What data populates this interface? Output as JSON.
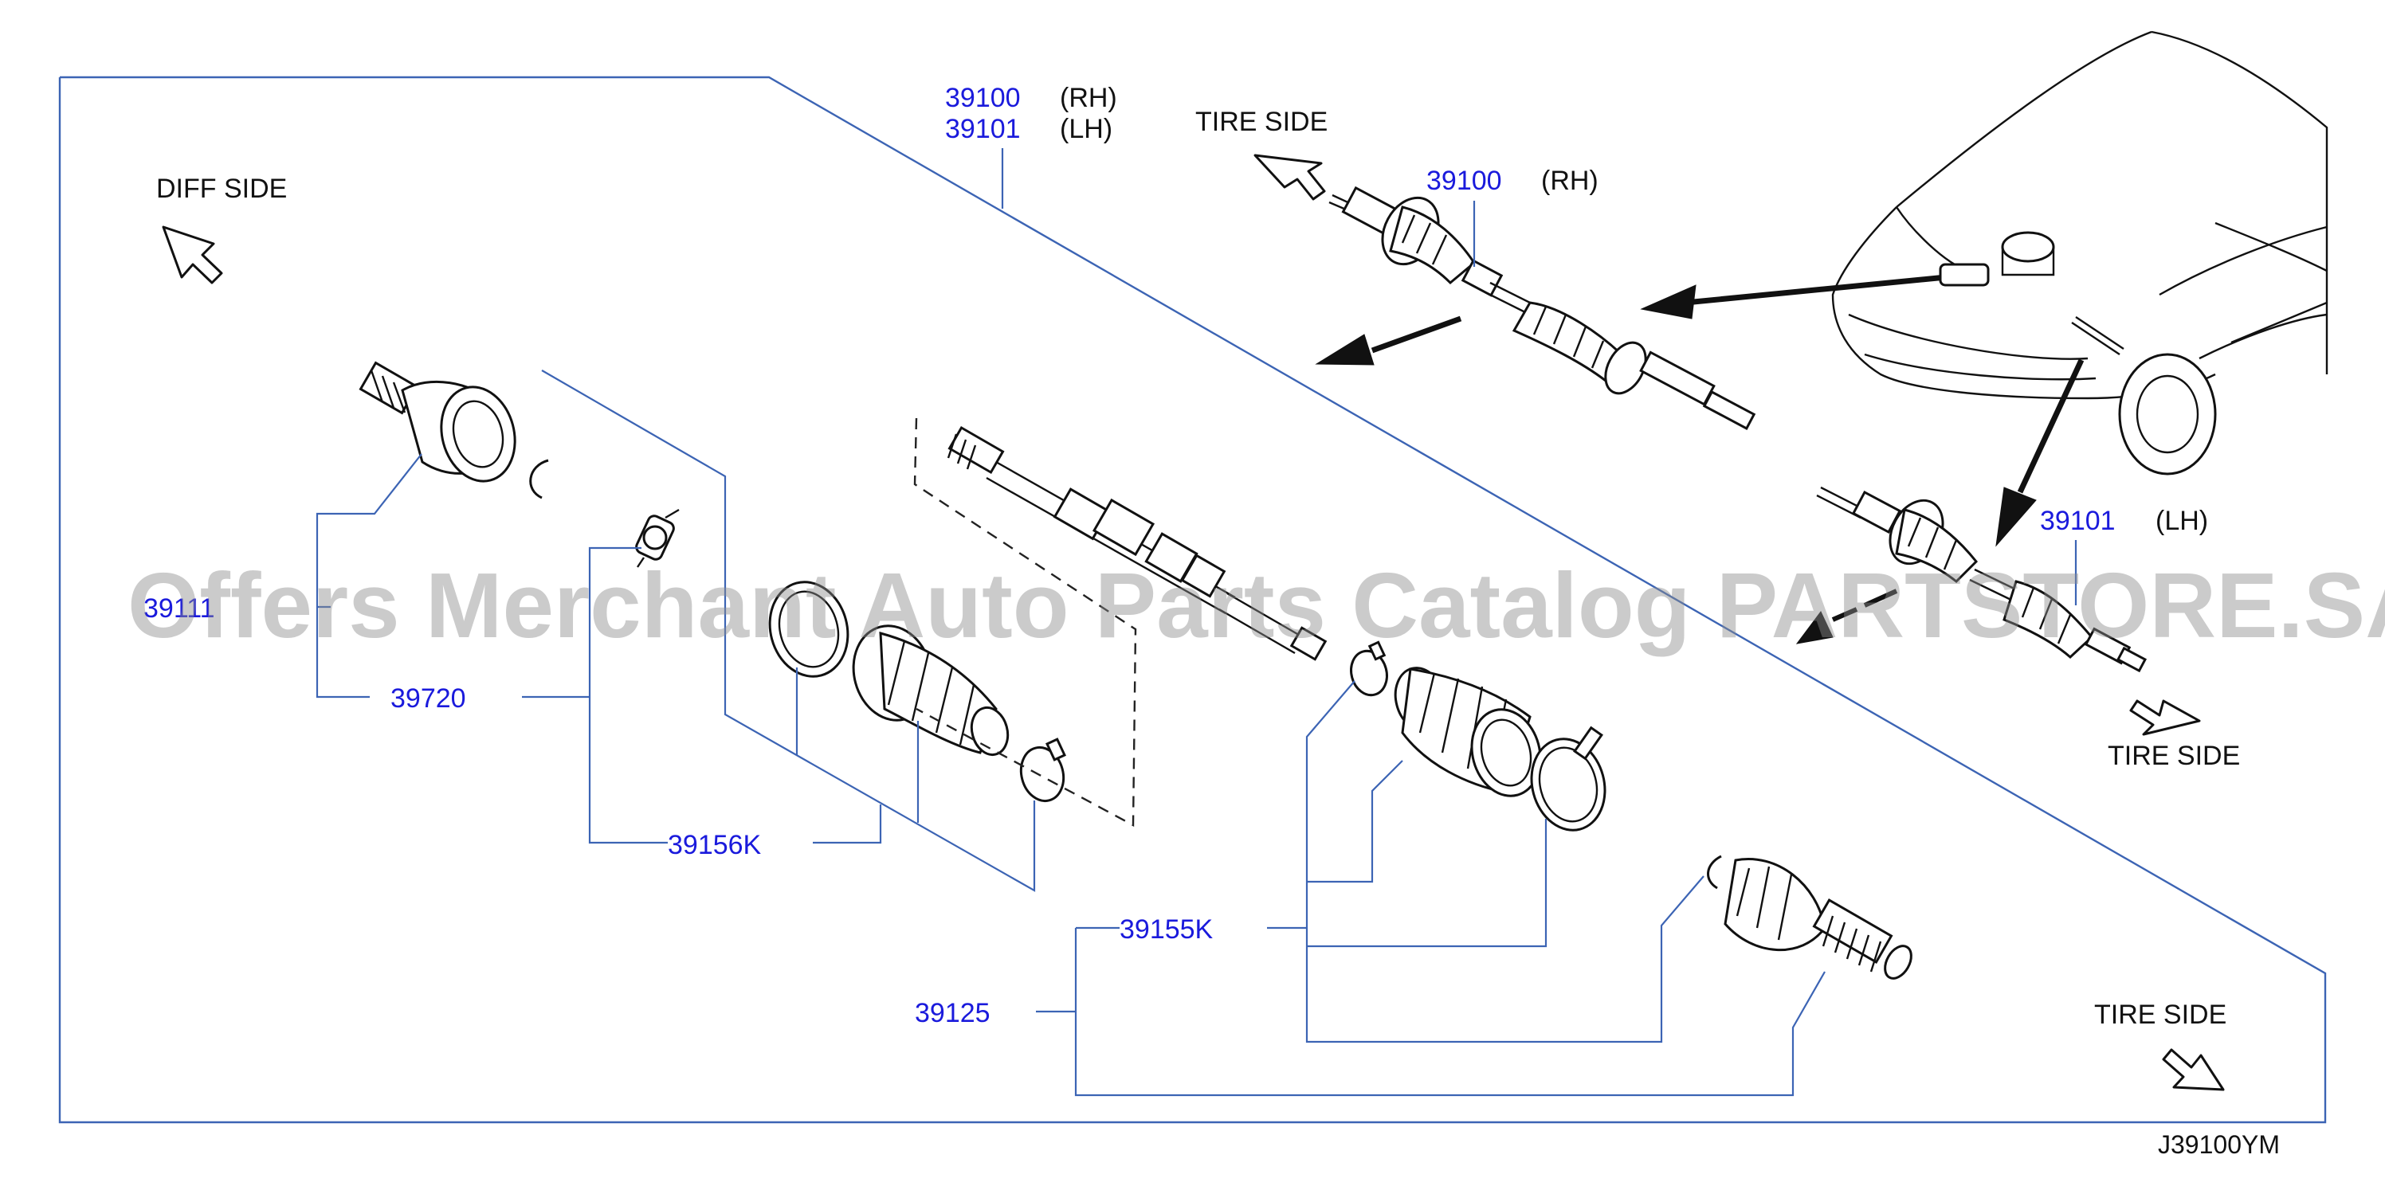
{
  "part_numbers": {
    "p39100": "39100",
    "p39101": "39101",
    "p39100_rh": "39100",
    "p39101_lh": "39101",
    "p39720": "39720",
    "p39156k": "39156K",
    "p39155k": "39155K",
    "p39125": "39125",
    "p3911x": "39111"
  },
  "side_labels": {
    "rh": "(RH)",
    "lh": "(LH)",
    "diff_side": "DIFF  SIDE",
    "tire_side": "TIRE  SIDE"
  },
  "diagram_ref": "J39100YM",
  "watermark": "Offers Merchant Auto Parts Catalog PARTSTORE.SA",
  "colors": {
    "part_number": "#1a1adc",
    "leader_line": "#3c64b4",
    "drawing": "#111111",
    "watermark": "#8c8c8c"
  }
}
